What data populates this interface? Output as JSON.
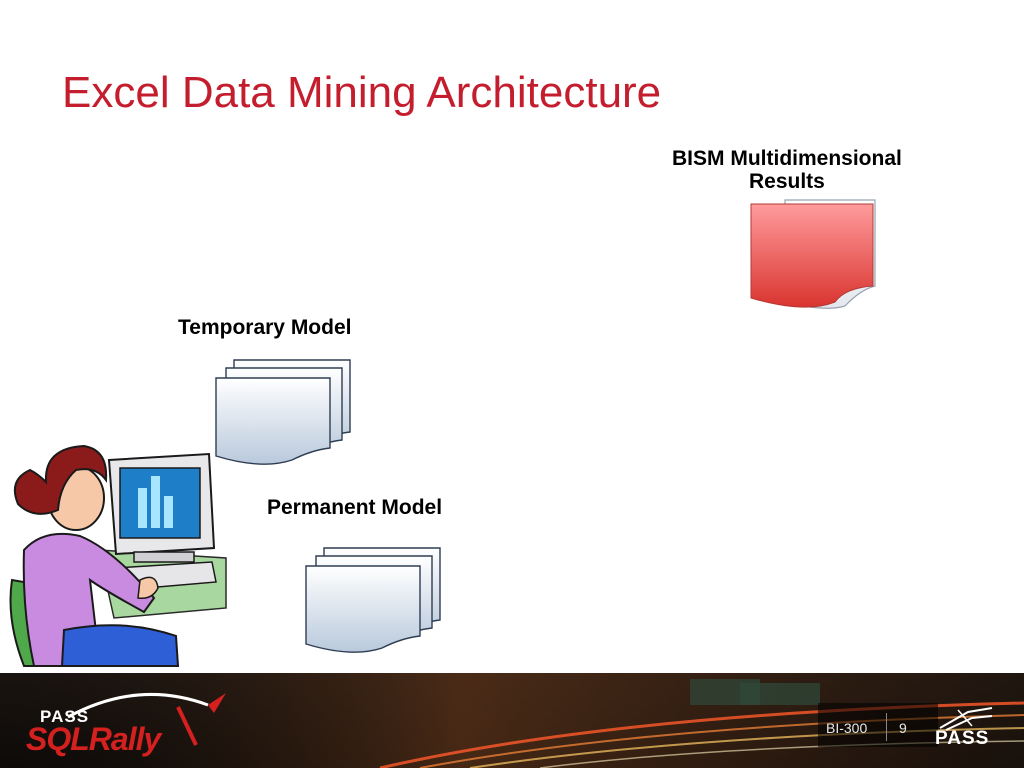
{
  "slide": {
    "title": "Excel Data Mining Architecture"
  },
  "diagram": {
    "bism_label_line1": "BISM Multidimensional",
    "bism_label_line2": "Results",
    "temporary_model_label": "Temporary Model",
    "permanent_model_label": "Permanent Model"
  },
  "footer": {
    "brand_pass": "PASS",
    "brand_sqlrally": "SQLRally",
    "session_code": "BI-300",
    "page_number": "9",
    "pass_logo_text": "PASS"
  },
  "colors": {
    "title": "#c41e2e",
    "results_doc": "#e35a5a",
    "model_doc": "#c9d6e6"
  }
}
